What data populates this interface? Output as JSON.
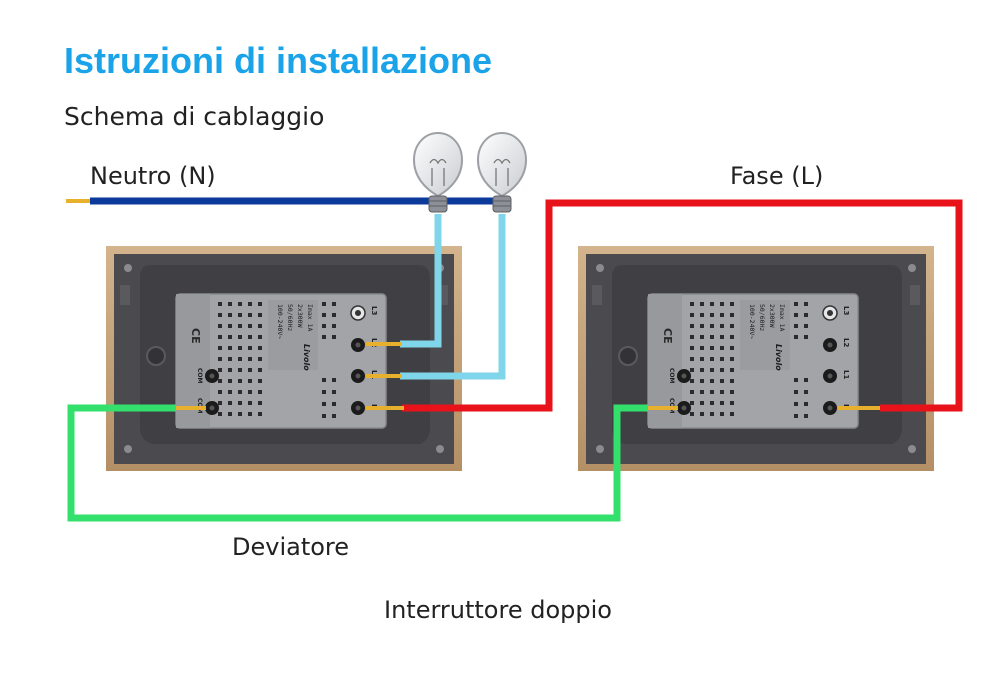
{
  "header": {
    "title": "Istruzioni di installazione",
    "subtitle": "Schema di cablaggio"
  },
  "labels": {
    "neutral": "Neutro (N)",
    "phase": "Fase (L)",
    "two_way": "Deviatore"
  },
  "caption": "Interruttore doppio",
  "module": {
    "ce_mark": "CE",
    "rating_line1": "100-240V~",
    "rating_line2": "50/60Hz",
    "rating_line3": "2x300W",
    "rating_line4": "Imax 1A",
    "brand": "Livolo",
    "terminal_top": "L3",
    "terminal_l2": "L2",
    "terminal_l1": "L1",
    "terminal_l": "L",
    "terminal_com": "COM",
    "terminal_com2": "COM"
  },
  "colors": {
    "title": "#1aa3e8",
    "neutral_wire": "#0b3a9a",
    "phase_wire": "#e8121a",
    "traveler_wire": "#33e06b",
    "lamp_wire": "#7fd6ea",
    "frame": "#c4a27b",
    "backplate": "#4b4b4f",
    "module": "#a2a4a8"
  },
  "icons": [
    "light-bulb-icon",
    "ce-mark-icon"
  ]
}
